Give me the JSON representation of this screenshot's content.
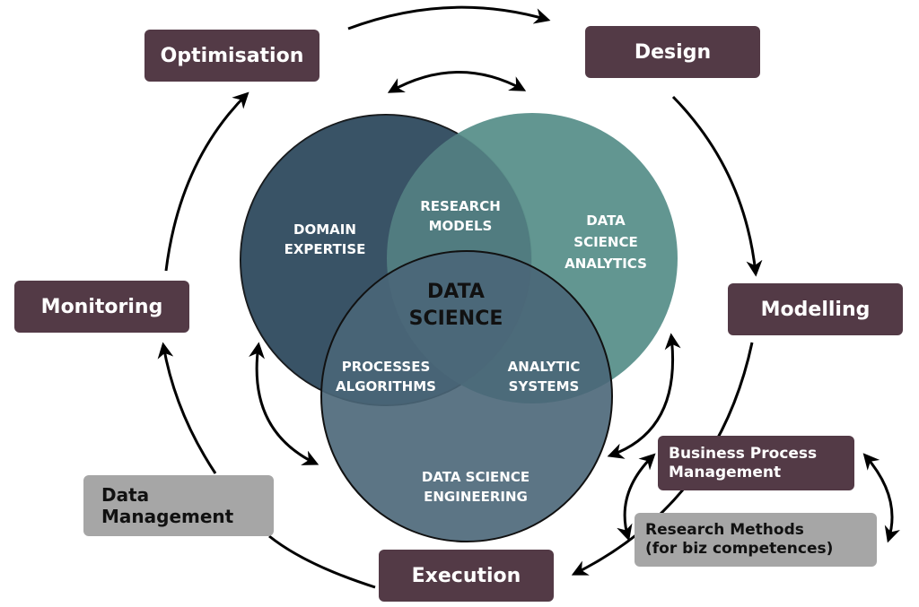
{
  "cycle": {
    "optimisation": "Optimisation",
    "design": "Design",
    "modelling": "Modelling",
    "monitoring": "Monitoring",
    "data_management": [
      "Data",
      "Management"
    ],
    "execution": "Execution",
    "business_process": [
      "Business Process",
      "Management"
    ],
    "research_methods": [
      "Research Methods",
      "(for biz competences)"
    ]
  },
  "venn": {
    "domain": [
      "DOMAIN",
      "EXPERTISE"
    ],
    "analytics": [
      "DATA",
      "SCIENCE",
      "ANALYTICS"
    ],
    "engineering": [
      "DATA SCIENCE",
      "ENGINEERING"
    ],
    "research_models": [
      "RESEARCH",
      "MODELS"
    ],
    "processes": [
      "PROCESSES",
      "ALGORITHMS"
    ],
    "analytic_systems": [
      "ANALYTIC",
      "SYSTEMS"
    ],
    "center": [
      "DATA",
      "SCIENCE"
    ]
  },
  "colors": {
    "box": "#533a46",
    "grey_box": "#a6a6a6",
    "domain": "#3a5366",
    "analytics": "#5f948f",
    "engineering": "#4a6678"
  }
}
